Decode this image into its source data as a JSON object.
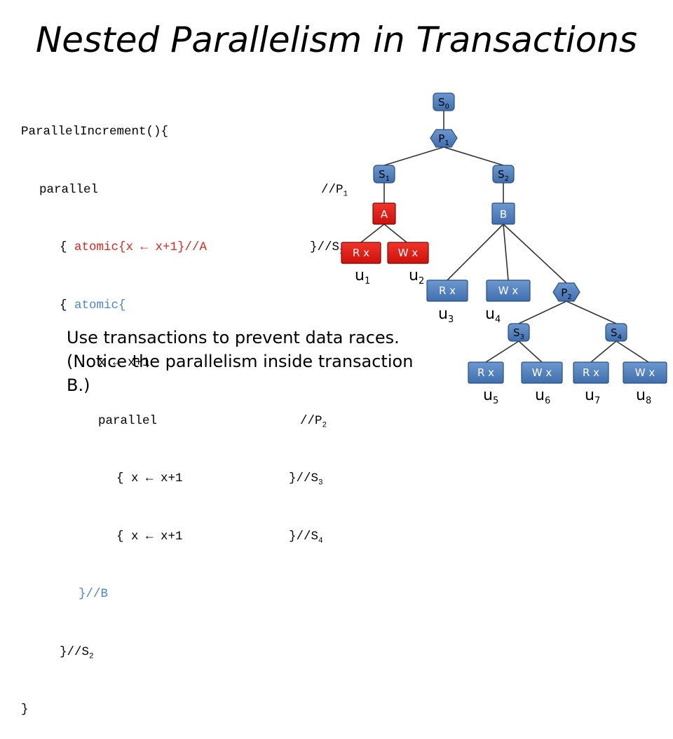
{
  "title": "Nested Parallelism in Transactions",
  "code": {
    "l1": "ParallelIncrement(){",
    "l2_code": "parallel",
    "l2_comment": "//P",
    "l2_sub": "1",
    "l3_open": "{",
    "l3_atomic": "atomic{x ← x+1}//A",
    "l3_comment": "}//S",
    "l3_sub": "1",
    "l4_open": "{",
    "l4_atomic": "atomic{",
    "l5": "x ← x+1",
    "l6_code": "parallel",
    "l6_comment": "//P",
    "l6_sub": "2",
    "l7_code": "{ x ← x+1",
    "l7_comment": "}//S",
    "l7_sub": "3",
    "l8_code": "{ x ← x+1",
    "l8_comment": "}//S",
    "l8_sub": "4",
    "l9": "}//B",
    "l10": "}//S",
    "l10_sub": "2",
    "l11": "}"
  },
  "note": "Use transactions to prevent data races.  (Notice the parallelism inside transaction B.)",
  "tree": {
    "s0": "S",
    "s0_sub": "0",
    "p1": "P",
    "p1_sub": "1",
    "s1": "S",
    "s1_sub": "1",
    "s2": "S",
    "s2_sub": "2",
    "a": "A",
    "b": "B",
    "rx1": "R x",
    "wx1": "W x",
    "rx2": "R x",
    "wx2": "W x",
    "p2": "P",
    "p2_sub": "2",
    "s3": "S",
    "s3_sub": "3",
    "s4": "S",
    "s4_sub": "4",
    "rx3": "R x",
    "wx3": "W x",
    "rx4": "R x",
    "wx4": "W x",
    "u": "u",
    "u1_sub": "1",
    "u2_sub": "2",
    "u3_sub": "3",
    "u4_sub": "4",
    "u5_sub": "5",
    "u6_sub": "6",
    "u7_sub": "7",
    "u8_sub": "8"
  },
  "colors": {
    "node_blue": "#4f81bd",
    "node_red": "#e3170d",
    "edge": "#333333"
  }
}
